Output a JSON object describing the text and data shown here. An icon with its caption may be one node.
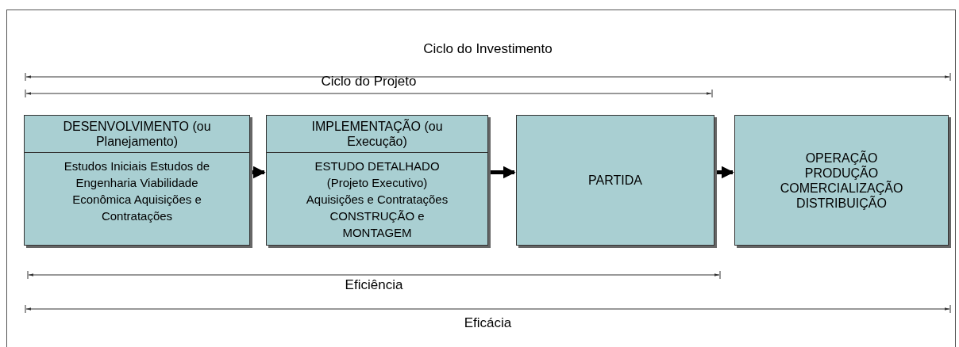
{
  "diagram": {
    "nodes": [
      {
        "text": [
          "DESENVOLVIMENTO (ou Planejamento)",
          "Estudos Iniciais Estudos de Engenharia Viabilidade Econômica Aquisições e Contratações"
        ]
      },
      {
        "text": [
          "IMPLEMENTAÇÃO (ou Execução)",
          "ESTUDO DETALHADO (Projeto Executivo) Aquisições e Contratações CONSTRUÇÃO e MONTAGEM"
        ]
      },
      {
        "text": [
          "PARTIDA"
        ]
      },
      {
        "text": [
          "OPERAÇÃO PRODUÇÃO COMERCIALIZAÇÃO DISTRIBUIÇÃO"
        ]
      }
    ],
    "edges": [
      {
        "from": 0,
        "to": 1,
        "arrow": "to"
      },
      {
        "from": 1,
        "to": 2,
        "arrow": "to"
      },
      {
        "from": 2,
        "to": 3,
        "arrow": "to"
      }
    ],
    "labels": [
      "Ciclo do Investimento",
      "Ciclo do Projeto",
      "Eficiência",
      "Eficácia"
    ]
  }
}
